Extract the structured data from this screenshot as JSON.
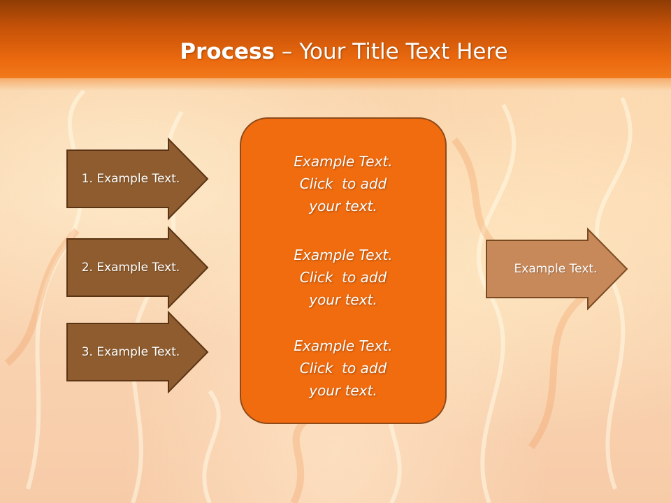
{
  "title": {
    "bold": "Process",
    "rest": " – Your Title Text Here"
  },
  "left_arrows": [
    {
      "label": "1. Example Text."
    },
    {
      "label": "2. Example Text."
    },
    {
      "label": "3. Example Text."
    }
  ],
  "center_blocks": [
    {
      "lines": [
        "Example Text.",
        "Click  to add",
        "your text."
      ]
    },
    {
      "lines": [
        "Example Text.",
        "Click  to add",
        "your text."
      ]
    },
    {
      "lines": [
        "Example Text.",
        "Click  to add",
        "your text."
      ]
    }
  ],
  "right_arrow": {
    "label": "Example Text."
  },
  "colors": {
    "header": "#e8640c",
    "left_arrow_fill": "#8e5c2e",
    "right_arrow_fill": "#c8895a",
    "arrow_border": "#5a3414",
    "center_box": "#f06c0f"
  }
}
